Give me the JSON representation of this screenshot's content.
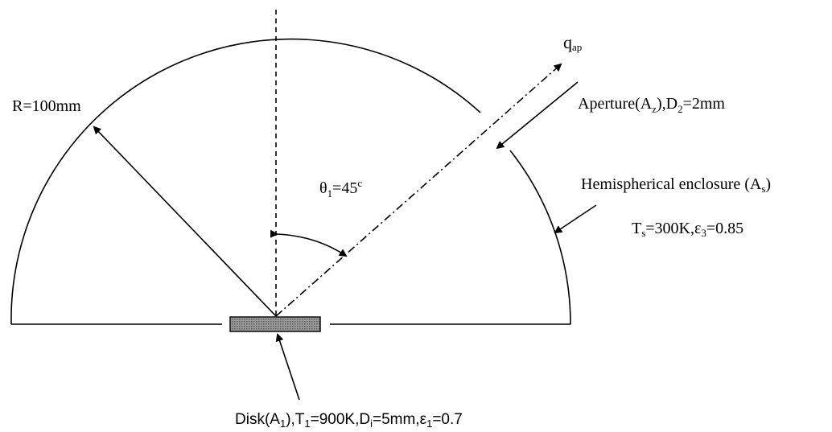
{
  "labels": {
    "radius": "R=100mm",
    "angle": {
      "base": "θ",
      "sub": "1",
      "rest": "=45",
      "sup": "c"
    },
    "heat_flux": {
      "base": "q",
      "sub": "ap"
    },
    "aperture": {
      "part1": "Aperture(A",
      "sub1": "z",
      "part2": "),D",
      "sub2": "2",
      "part3": "=2mm"
    },
    "enclosure": {
      "part1": "Hemispherical enclosure (A",
      "sub1": "s",
      "part2": ")"
    },
    "enclosure_props": {
      "part1": "T",
      "sub1": "s",
      "part2": "=300K,ε",
      "sub2": "3",
      "part3": "=0.85"
    },
    "disk": {
      "part1": "Disk(A",
      "sub1": "1",
      "part2": "),T",
      "sub2": "1",
      "part3": "=900K,D",
      "sub3": "i",
      "part4": "=5mm,ε",
      "sub4": "1",
      "part5": "=0.7"
    }
  },
  "colors": {
    "stroke": "#000000",
    "disk_fill": "#8c8c8c"
  },
  "icons": {
    "arrowhead": "filled-triangle-arrowhead",
    "disk": "hatched-rectangle"
  }
}
